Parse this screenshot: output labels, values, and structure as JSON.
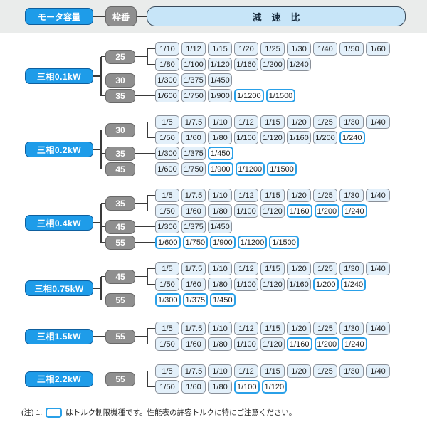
{
  "header": {
    "motor_capacity_label": "モータ容量",
    "frame_number_label": "枠番",
    "reduction_ratio_label": "減速比"
  },
  "note": {
    "prefix": "(注) 1.",
    "text": "はトルク制限機種です。性能表の許容トルクに特にご注意ください。"
  },
  "colors": {
    "motor_fill": "#1E9CE9",
    "frame_fill": "#8F8F8F",
    "ratio_fill": "#E3F0FA",
    "ratio_border": "#8A9099",
    "torque_limited_border": "#29A0E8",
    "reduction_header_fill": "#C7E5F8",
    "connector": "#3A3A3A"
  },
  "sections": [
    {
      "motor": "三相0.1kW",
      "frames": [
        {
          "label": "25",
          "rows": [
            {
              "items": [
                {
                  "label": "1/10",
                  "tl": false
                },
                {
                  "label": "1/12",
                  "tl": false
                },
                {
                  "label": "1/15",
                  "tl": false
                },
                {
                  "label": "1/20",
                  "tl": false
                },
                {
                  "label": "1/25",
                  "tl": false
                },
                {
                  "label": "1/30",
                  "tl": false
                },
                {
                  "label": "1/40",
                  "tl": false
                },
                {
                  "label": "1/50",
                  "tl": false
                },
                {
                  "label": "1/60",
                  "tl": false
                }
              ]
            },
            {
              "items": [
                {
                  "label": "1/80",
                  "tl": false
                },
                {
                  "label": "1/100",
                  "tl": false
                },
                {
                  "label": "1/120",
                  "tl": false
                },
                {
                  "label": "1/160",
                  "tl": false
                },
                {
                  "label": "1/200",
                  "tl": false
                },
                {
                  "label": "1/240",
                  "tl": false
                }
              ]
            }
          ]
        },
        {
          "label": "30",
          "rows": [
            {
              "items": [
                {
                  "label": "1/300",
                  "tl": false
                },
                {
                  "label": "1/375",
                  "tl": false
                },
                {
                  "label": "1/450",
                  "tl": false
                }
              ]
            }
          ]
        },
        {
          "label": "35",
          "rows": [
            {
              "items": [
                {
                  "label": "1/600",
                  "tl": false
                },
                {
                  "label": "1/750",
                  "tl": false
                },
                {
                  "label": "1/900",
                  "tl": false
                },
                {
                  "label": "1/1200",
                  "tl": true
                },
                {
                  "label": "1/1500",
                  "tl": true
                }
              ]
            }
          ]
        }
      ]
    },
    {
      "motor": "三相0.2kW",
      "frames": [
        {
          "label": "30",
          "rows": [
            {
              "items": [
                {
                  "label": "1/5",
                  "tl": false
                },
                {
                  "label": "1/7.5",
                  "tl": false
                },
                {
                  "label": "1/10",
                  "tl": false
                },
                {
                  "label": "1/12",
                  "tl": false
                },
                {
                  "label": "1/15",
                  "tl": false
                },
                {
                  "label": "1/20",
                  "tl": false
                },
                {
                  "label": "1/25",
                  "tl": false
                },
                {
                  "label": "1/30",
                  "tl": false
                },
                {
                  "label": "1/40",
                  "tl": false
                }
              ]
            },
            {
              "items": [
                {
                  "label": "1/50",
                  "tl": false
                },
                {
                  "label": "1/60",
                  "tl": false
                },
                {
                  "label": "1/80",
                  "tl": false
                },
                {
                  "label": "1/100",
                  "tl": false
                },
                {
                  "label": "1/120",
                  "tl": false
                },
                {
                  "label": "1/160",
                  "tl": false
                },
                {
                  "label": "1/200",
                  "tl": false
                },
                {
                  "label": "1/240",
                  "tl": true
                }
              ]
            }
          ]
        },
        {
          "label": "35",
          "rows": [
            {
              "items": [
                {
                  "label": "1/300",
                  "tl": false
                },
                {
                  "label": "1/375",
                  "tl": false
                },
                {
                  "label": "1/450",
                  "tl": true
                }
              ]
            }
          ]
        },
        {
          "label": "45",
          "rows": [
            {
              "items": [
                {
                  "label": "1/600",
                  "tl": false
                },
                {
                  "label": "1/750",
                  "tl": false
                },
                {
                  "label": "1/900",
                  "tl": true
                },
                {
                  "label": "1/1200",
                  "tl": true
                },
                {
                  "label": "1/1500",
                  "tl": true
                }
              ]
            }
          ]
        }
      ]
    },
    {
      "motor": "三相0.4kW",
      "frames": [
        {
          "label": "35",
          "rows": [
            {
              "items": [
                {
                  "label": "1/5",
                  "tl": false
                },
                {
                  "label": "1/7.5",
                  "tl": false
                },
                {
                  "label": "1/10",
                  "tl": false
                },
                {
                  "label": "1/12",
                  "tl": false
                },
                {
                  "label": "1/15",
                  "tl": false
                },
                {
                  "label": "1/20",
                  "tl": false
                },
                {
                  "label": "1/25",
                  "tl": false
                },
                {
                  "label": "1/30",
                  "tl": false
                },
                {
                  "label": "1/40",
                  "tl": false
                }
              ]
            },
            {
              "items": [
                {
                  "label": "1/50",
                  "tl": false
                },
                {
                  "label": "1/60",
                  "tl": false
                },
                {
                  "label": "1/80",
                  "tl": false
                },
                {
                  "label": "1/100",
                  "tl": false
                },
                {
                  "label": "1/120",
                  "tl": false
                },
                {
                  "label": "1/160",
                  "tl": true
                },
                {
                  "label": "1/200",
                  "tl": true
                },
                {
                  "label": "1/240",
                  "tl": true
                }
              ]
            }
          ]
        },
        {
          "label": "45",
          "rows": [
            {
              "items": [
                {
                  "label": "1/300",
                  "tl": false
                },
                {
                  "label": "1/375",
                  "tl": false
                },
                {
                  "label": "1/450",
                  "tl": false
                }
              ]
            }
          ]
        },
        {
          "label": "55",
          "rows": [
            {
              "items": [
                {
                  "label": "1/600",
                  "tl": true
                },
                {
                  "label": "1/750",
                  "tl": true
                },
                {
                  "label": "1/900",
                  "tl": true
                },
                {
                  "label": "1/1200",
                  "tl": true
                },
                {
                  "label": "1/1500",
                  "tl": true
                }
              ]
            }
          ]
        }
      ]
    },
    {
      "motor": "三相0.75kW",
      "frames": [
        {
          "label": "45",
          "rows": [
            {
              "items": [
                {
                  "label": "1/5",
                  "tl": false
                },
                {
                  "label": "1/7.5",
                  "tl": false
                },
                {
                  "label": "1/10",
                  "tl": false
                },
                {
                  "label": "1/12",
                  "tl": false
                },
                {
                  "label": "1/15",
                  "tl": false
                },
                {
                  "label": "1/20",
                  "tl": false
                },
                {
                  "label": "1/25",
                  "tl": false
                },
                {
                  "label": "1/30",
                  "tl": false
                },
                {
                  "label": "1/40",
                  "tl": false
                }
              ]
            },
            {
              "items": [
                {
                  "label": "1/50",
                  "tl": false
                },
                {
                  "label": "1/60",
                  "tl": false
                },
                {
                  "label": "1/80",
                  "tl": false
                },
                {
                  "label": "1/100",
                  "tl": false
                },
                {
                  "label": "1/120",
                  "tl": false
                },
                {
                  "label": "1/160",
                  "tl": false
                },
                {
                  "label": "1/200",
                  "tl": true
                },
                {
                  "label": "1/240",
                  "tl": true
                }
              ]
            }
          ]
        },
        {
          "label": "55",
          "rows": [
            {
              "items": [
                {
                  "label": "1/300",
                  "tl": true
                },
                {
                  "label": "1/375",
                  "tl": true
                },
                {
                  "label": "1/450",
                  "tl": true
                }
              ]
            }
          ]
        }
      ]
    },
    {
      "motor": "三相1.5kW",
      "frames": [
        {
          "label": "55",
          "rows": [
            {
              "items": [
                {
                  "label": "1/5",
                  "tl": false
                },
                {
                  "label": "1/7.5",
                  "tl": false
                },
                {
                  "label": "1/10",
                  "tl": false
                },
                {
                  "label": "1/12",
                  "tl": false
                },
                {
                  "label": "1/15",
                  "tl": false
                },
                {
                  "label": "1/20",
                  "tl": false
                },
                {
                  "label": "1/25",
                  "tl": false
                },
                {
                  "label": "1/30",
                  "tl": false
                },
                {
                  "label": "1/40",
                  "tl": false
                }
              ]
            },
            {
              "items": [
                {
                  "label": "1/50",
                  "tl": false
                },
                {
                  "label": "1/60",
                  "tl": false
                },
                {
                  "label": "1/80",
                  "tl": false
                },
                {
                  "label": "1/100",
                  "tl": false
                },
                {
                  "label": "1/120",
                  "tl": false
                },
                {
                  "label": "1/160",
                  "tl": true
                },
                {
                  "label": "1/200",
                  "tl": true
                },
                {
                  "label": "1/240",
                  "tl": true
                }
              ]
            }
          ]
        }
      ]
    },
    {
      "motor": "三相2.2kW",
      "frames": [
        {
          "label": "55",
          "rows": [
            {
              "items": [
                {
                  "label": "1/5",
                  "tl": false
                },
                {
                  "label": "1/7.5",
                  "tl": false
                },
                {
                  "label": "1/10",
                  "tl": false
                },
                {
                  "label": "1/12",
                  "tl": false
                },
                {
                  "label": "1/15",
                  "tl": false
                },
                {
                  "label": "1/20",
                  "tl": false
                },
                {
                  "label": "1/25",
                  "tl": false
                },
                {
                  "label": "1/30",
                  "tl": false
                },
                {
                  "label": "1/40",
                  "tl": false
                }
              ]
            },
            {
              "items": [
                {
                  "label": "1/50",
                  "tl": false
                },
                {
                  "label": "1/60",
                  "tl": false
                },
                {
                  "label": "1/80",
                  "tl": false
                },
                {
                  "label": "1/100",
                  "tl": true
                },
                {
                  "label": "1/120",
                  "tl": true
                }
              ]
            }
          ]
        }
      ]
    }
  ]
}
